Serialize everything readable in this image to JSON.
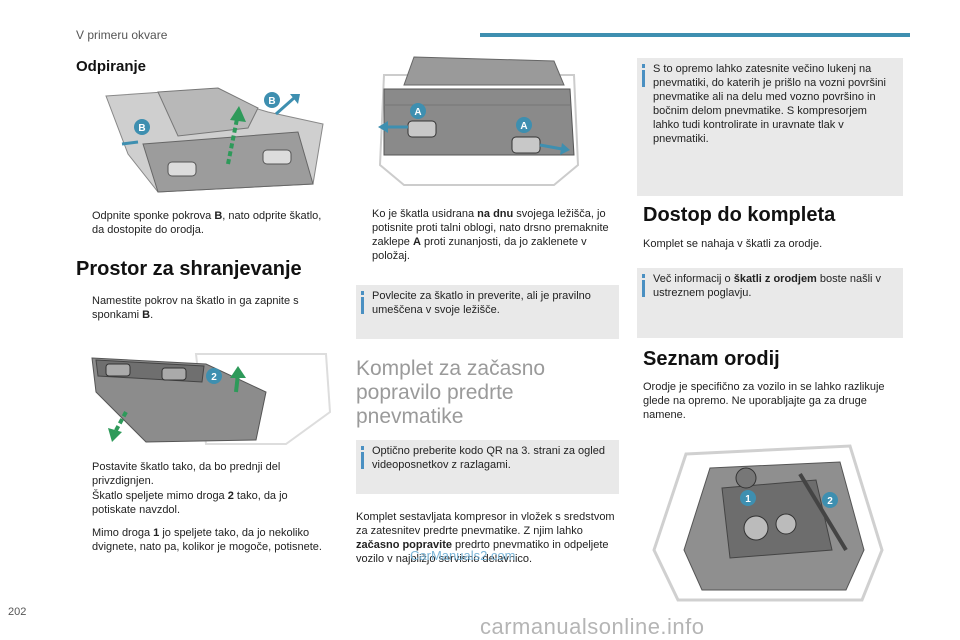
{
  "header": {
    "section": "V primeru okvare"
  },
  "page_number": "202",
  "col1": {
    "h_odpiranje": "Odpiranje",
    "b1_a": "Odpnite sponke pokrova ",
    "b1_b": "B",
    "b1_c": ", nato odprite škatlo, da dostopite do orodja.",
    "h_prostor": "Prostor za shranjevanje",
    "b2_a": "Namestite pokrov na škatlo in ga zapnite s sponkami ",
    "b2_b": "B",
    "b2_c": ".",
    "b3": "Postavite škatlo tako, da bo prednji del privzdignjen.",
    "b4_a": "Škatlo speljete mimo droga ",
    "b4_b": "2",
    "b4_c": " tako, da jo potiskate navzdol.",
    "b5_a": "Mimo droga ",
    "b5_b": "1",
    "b5_c": " jo speljete tako, da jo nekoliko dvignete, nato pa, kolikor je mogoče, potisnete."
  },
  "col2": {
    "b1_a": "Ko je škatla usidrana ",
    "b1_b": "na dnu",
    "b1_c": " svojega ležišča, jo potisnite proti talni oblogi, nato drsno premaknite zaklepe ",
    "b1_d": "A",
    "b1_e": " proti zunanjosti, da jo zaklenete v položaj.",
    "note1": "Povlecite za škatlo in preverite, ali je pravilno umeščena v svoje ležišče.",
    "h_komplet": "Komplet za začasno popravilo predrte pnevmatike",
    "note2": "Optično preberite kodo QR na 3. strani za ogled videoposnetkov z razlagami.",
    "para_a": "Komplet sestavljata kompresor in vložek s sredstvom za zatesnitev predrte pnevmatike. Z njim lahko ",
    "para_b": "začasno popravite",
    "para_c": " predrto pnevmatiko in odpeljete vozilo v najbližjo servisno delavnico."
  },
  "col3": {
    "note1": "S to opremo lahko zatesnite večino lukenj na pnevmatiki, do katerih je prišlo na vozni površini pnevmatike ali na delu med vozno površino in bočnim delom pnevmatike. S kompresorjem lahko tudi kontrolirate in uravnate tlak v pnevmatiki.",
    "h_dostop": "Dostop do kompleta",
    "para1": "Komplet se nahaja v škatli za orodje.",
    "note2_a": "Več informacij o ",
    "note2_b": "škatli z orodjem",
    "note2_c": " boste našli v ustreznem poglavju.",
    "h_seznam": "Seznam orodij",
    "para2": "Orodje je specifično za vozilo in se lahko razlikuje glede na opremo. Ne uporabljajte ga za druge namene."
  },
  "labels": {
    "B": "B",
    "A": "A",
    "n1": "1",
    "n2": "2"
  },
  "bullet_glyph": "",
  "watermark": "CarManuals2.com",
  "footer_watermark": "carmanualsonline.info",
  "colors": {
    "accent": "#3e8fb0",
    "callout": "#4a90c2",
    "note_bg": "#e9e9e9"
  }
}
